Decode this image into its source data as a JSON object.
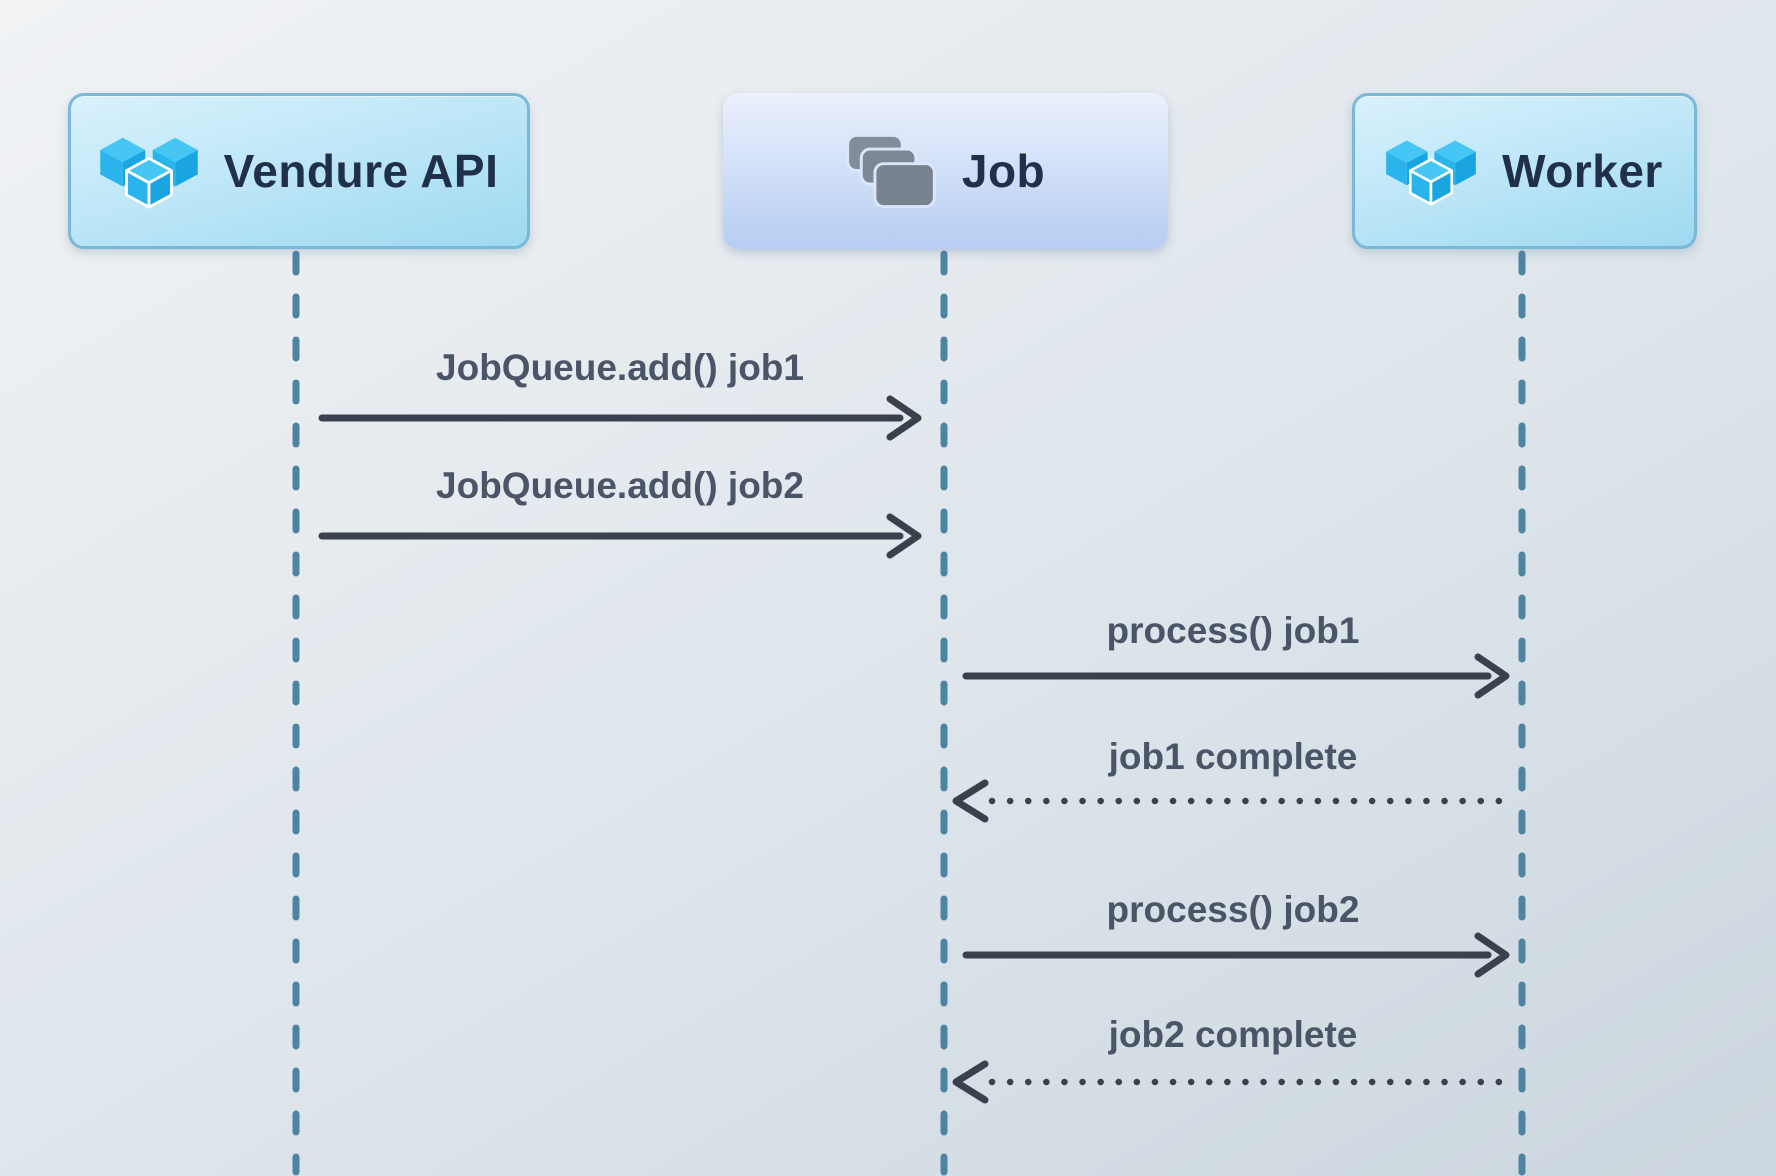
{
  "diagram": {
    "type": "sequence",
    "participants": [
      {
        "id": "vendure-api",
        "name": "Vendure API",
        "icon": "vendure-cubes-logo"
      },
      {
        "id": "job",
        "name": "Job",
        "icon": "stacked-cards"
      },
      {
        "id": "worker",
        "name": "Worker",
        "icon": "vendure-cubes-logo"
      }
    ],
    "messages": [
      {
        "from": "Vendure API",
        "to": "Job",
        "label": "JobQueue.add() job1",
        "line": "solid",
        "arrow": "open"
      },
      {
        "from": "Vendure API",
        "to": "Job",
        "label": "JobQueue.add() job2",
        "line": "solid",
        "arrow": "open"
      },
      {
        "from": "Job",
        "to": "Worker",
        "label": "process() job1",
        "line": "solid",
        "arrow": "open"
      },
      {
        "from": "Worker",
        "to": "Job",
        "label": "job1 complete",
        "line": "dotted",
        "arrow": "open"
      },
      {
        "from": "Job",
        "to": "Worker",
        "label": "process() job2",
        "line": "solid",
        "arrow": "open"
      },
      {
        "from": "Worker",
        "to": "Job",
        "label": "job2 complete",
        "line": "dotted",
        "arrow": "open"
      }
    ],
    "colors": {
      "background_top": "#f0f2f4",
      "background_bottom": "#ccd6de",
      "participant_cyan_fill_top": "#d9f1fc",
      "participant_cyan_fill_bottom": "#9ed9f0",
      "participant_cyan_border": "#79b8d7",
      "participant_blue_fill_top": "#ebf1fd",
      "participant_blue_fill_bottom": "#b6cdf2",
      "participant_title_text": "#20304a",
      "lifeline": "#4d84a2",
      "arrow": "#3a414d",
      "message_label_text": "#4b5568",
      "logo_blue_top": "#45c6f4",
      "logo_blue_left": "#2ab4ec",
      "logo_blue_right": "#18a5e0",
      "stacked_cards_gray": "#7b8591"
    }
  }
}
